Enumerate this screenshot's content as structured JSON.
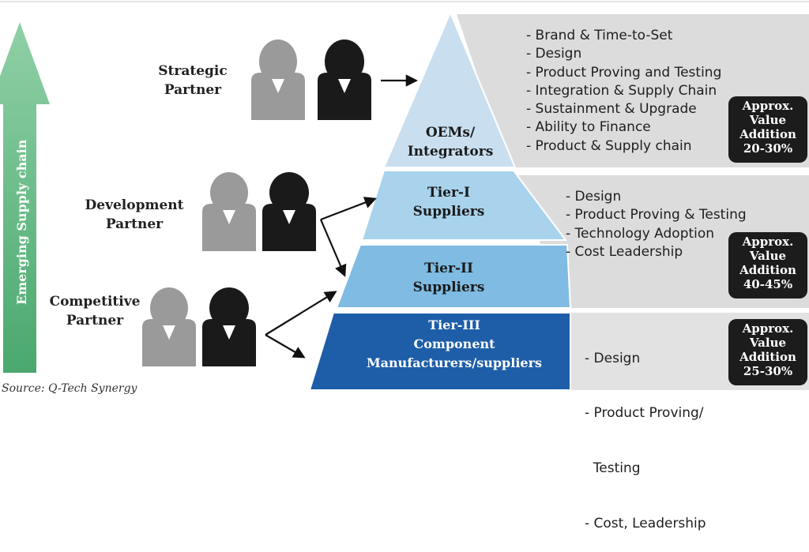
{
  "arrow_label": "Emerging Supply chain",
  "partners": [
    {
      "label": "Strategic Partner"
    },
    {
      "label": "Development Partner"
    },
    {
      "label": "Competitive Partner"
    }
  ],
  "tiers": [
    {
      "lines": [
        "OEMs/",
        "Integrators"
      ],
      "color": "#c9dff0"
    },
    {
      "lines": [
        "Tier-I",
        "Suppliers"
      ],
      "color": "#a9d2ec"
    },
    {
      "lines": [
        "Tier-II",
        "Suppliers"
      ],
      "color": "#7fbbe2"
    },
    {
      "lines": [
        "Tier-III",
        "Component",
        "Manufacturers/suppliers"
      ],
      "color": "#1e5ea8"
    }
  ],
  "value_lists": [
    {
      "items": [
        "- Brand & Time-to-Set",
        "- Design",
        "- Product Proving and Testing",
        "- Integration & Supply Chain",
        "- Sustainment & Upgrade",
        "- Ability to Finance",
        "- Product & Supply chain"
      ],
      "badge": [
        "Approx.",
        "Value",
        "Addition",
        "20-30%"
      ]
    },
    {
      "items": [
        "- Design",
        "- Product Proving & Testing",
        "- Technology Adoption",
        "- Cost Leadership"
      ],
      "badge": [
        "Approx.",
        "Value",
        "Addition",
        "40-45%"
      ]
    },
    {
      "items": [
        "- Design",
        "- Product Proving/",
        "  Testing",
        "- Cost, Leadership"
      ],
      "badge": [
        "Approx.",
        "Value",
        "Addition",
        "25-30%"
      ]
    }
  ],
  "source": "Source: Q-Tech Synergy",
  "colors": {
    "arrow": "#5cb27a",
    "panel": "#dcdcdc",
    "badge": "#1c1c1c",
    "person_grey": "#9a9a9a",
    "person_black": "#1a1a1a"
  }
}
